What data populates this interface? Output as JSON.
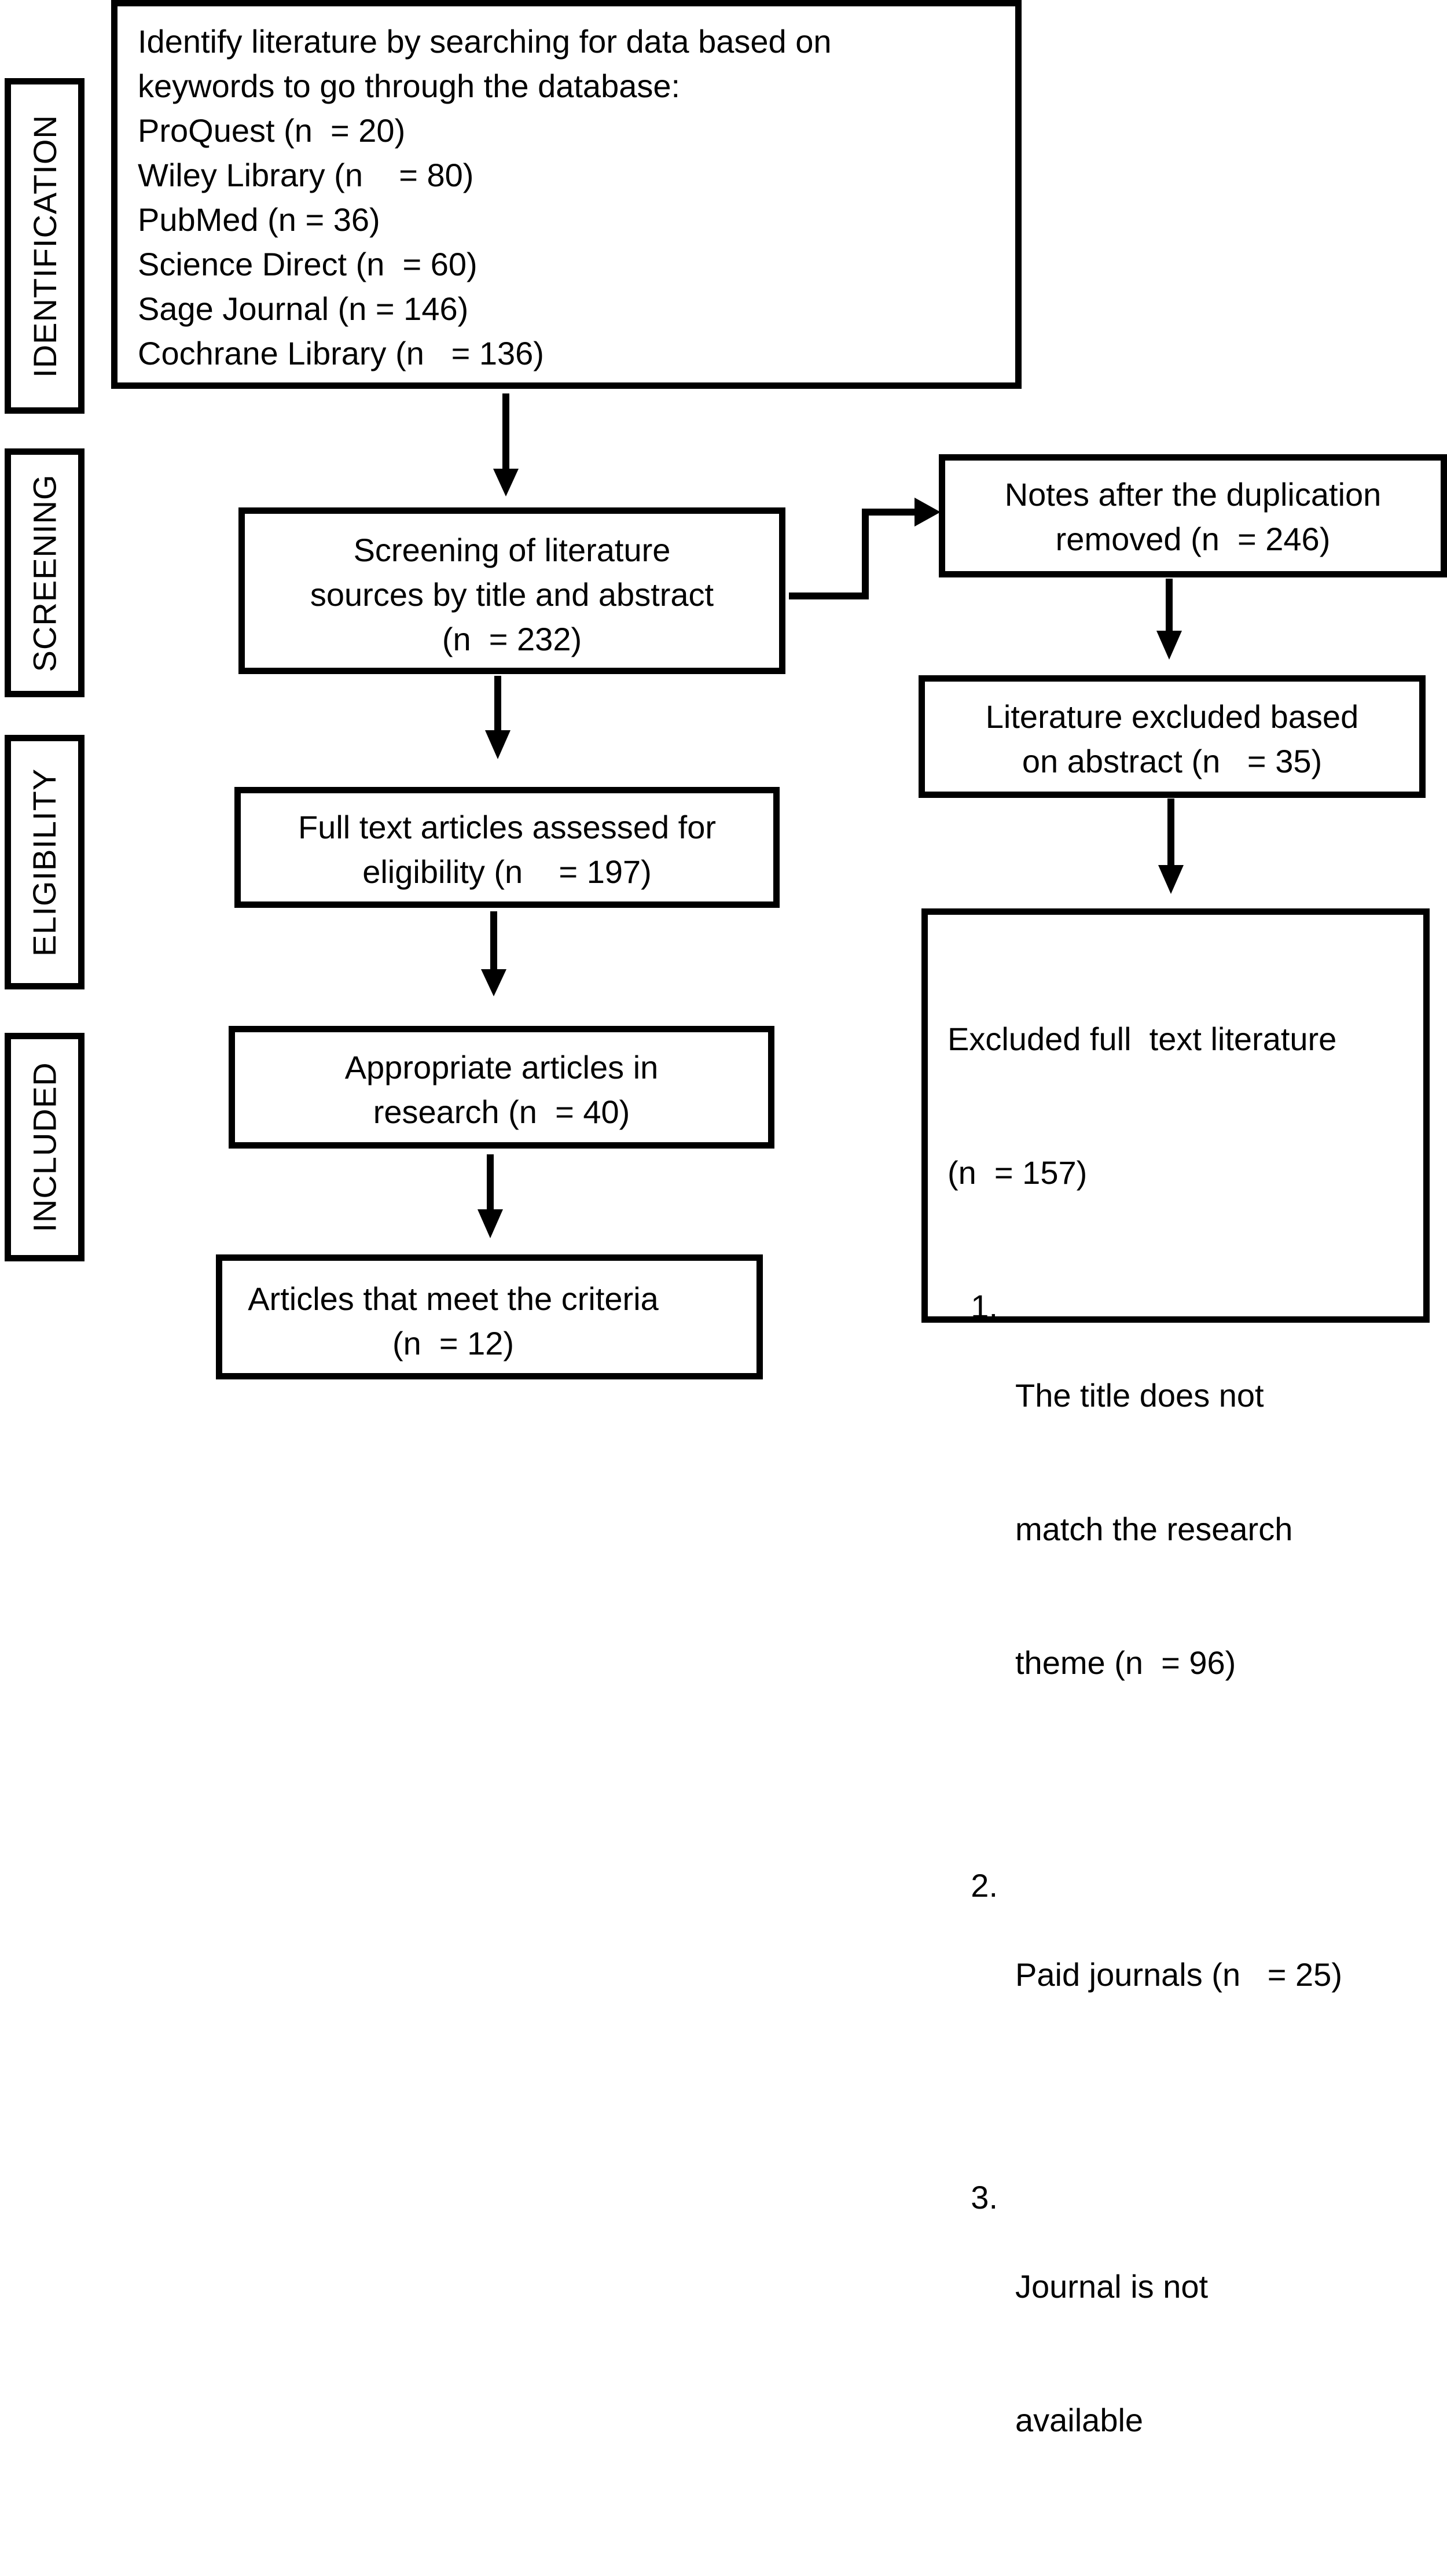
{
  "stages": {
    "identification": "IDENTIFICATION",
    "screening": "SCREENING",
    "eligibility": "ELIGIBILITY",
    "included": "INCLUDED"
  },
  "identify_box": {
    "lines": [
      "Identify literature by searching for data based on",
      "keywords to go through the database:",
      "ProQuest (n  = 20)",
      "Wiley Library (n    = 80)",
      "PubMed (n = 36)",
      "Science Direct (n  = 60)",
      "Sage Journal (n = 146)",
      "Cochrane Library (n   = 136)"
    ]
  },
  "screening_box": {
    "lines": [
      "Screening of literature",
      "sources by title and abstract",
      "(n  = 232)"
    ]
  },
  "duplication_box": {
    "lines": [
      "Notes after the duplication",
      "removed (n  = 246)"
    ]
  },
  "abstract_excluded_box": {
    "lines": [
      "Literature excluded based",
      "on abstract (n   = 35)"
    ]
  },
  "eligibility_box": {
    "lines": [
      "Full text articles assessed for",
      "eligibility (n    = 197)"
    ]
  },
  "fulltext_excluded_box": {
    "heading_lines": [
      "Excluded full  text literature",
      "(n  = 157)"
    ],
    "items": [
      {
        "num": "1.",
        "lines": [
          "The title does not",
          "match the research",
          "theme (n  = 96)"
        ]
      },
      {
        "num": "2.",
        "lines": [
          "Paid journals (n   = 25)"
        ]
      },
      {
        "num": "3.",
        "lines": [
          "Journal is not",
          "available"
        ]
      }
    ]
  },
  "appropriate_box": {
    "lines": [
      "Appropriate articles in",
      "research (n  = 40)"
    ]
  },
  "criteria_box": {
    "lines": [
      "Articles that meet the criteria",
      "(n  = 12)"
    ]
  }
}
